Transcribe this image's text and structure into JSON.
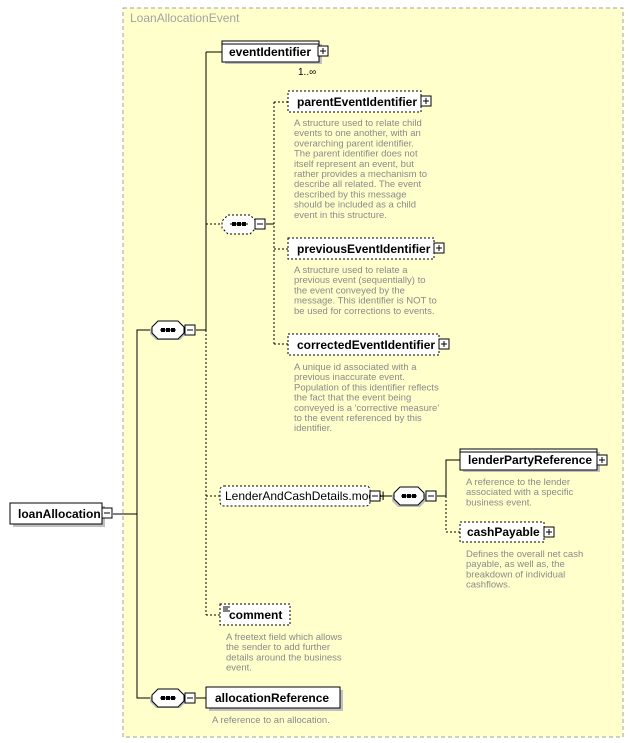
{
  "group": {
    "title": "LoanAllocationEvent"
  },
  "root": {
    "label": "loanAllocation"
  },
  "elements": {
    "eventIdentifier": {
      "label": "eventIdentifier",
      "occurrence": "1..∞"
    },
    "parentEventIdentifier": {
      "label": "parentEventIdentifier",
      "doc": [
        "A structure used to relate child",
        "events to one another, with an",
        "overarching parent identifier.",
        "The parent identifier does not",
        "itself represent an event, but",
        "rather provides a mechanism to",
        "describe all related. The event",
        "described by this message",
        "should be included as a child",
        "event in this structure."
      ]
    },
    "previousEventIdentifier": {
      "label": "previousEventIdentifier",
      "doc": [
        "A structure used to relate a",
        "previous event (sequentially) to",
        "the event conveyed by the",
        "message. This identifier is NOT to",
        "be used for corrections to events."
      ]
    },
    "correctedEventIdentifier": {
      "label": "correctedEventIdentifier",
      "doc": [
        "A unique id associated with a",
        "previous inaccurate event.",
        "Population of this identifier reflects",
        "the fact that the event being",
        "conveyed is a 'corrective measure'",
        "to the event referenced by this",
        "identifier."
      ]
    },
    "lenderAndCashDetails": {
      "label": "LenderAndCashDetails.model"
    },
    "lenderPartyReference": {
      "label": "lenderPartyReference",
      "doc": [
        "A reference to the lender",
        "associated with a specific",
        "business event."
      ]
    },
    "cashPayable": {
      "label": "cashPayable",
      "doc": [
        "Defines the overall net cash",
        "payable, as well as, the",
        "breakdown of individual",
        "cashflows."
      ]
    },
    "comment": {
      "label": "comment",
      "doc": [
        "A freetext field which allows",
        "the sender to add further",
        "details around the business",
        "event."
      ]
    },
    "allocationReference": {
      "label": "allocationReference",
      "doc": [
        "A reference to an allocation."
      ]
    }
  },
  "icons": {
    "expand": "plus-box-icon",
    "collapse": "minus-box-icon",
    "sequence": "sequence-compositor-icon",
    "text-content": "text-content-icon"
  },
  "colors": {
    "group_fill": "#ffffcc",
    "group_border": "#a0a0a0",
    "doc_text": "#8a8a8a",
    "group_title": "#a3a3a3"
  }
}
